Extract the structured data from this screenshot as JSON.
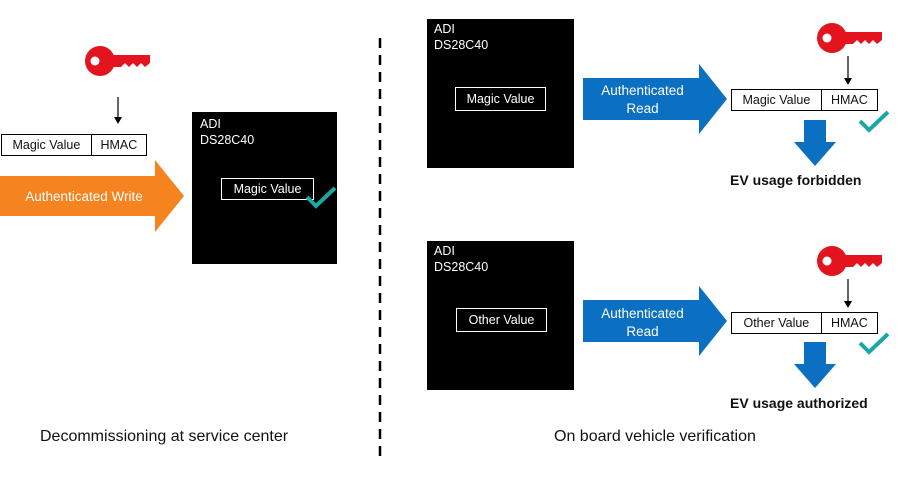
{
  "left": {
    "key_icon": "key-icon",
    "pair": {
      "value": "Magic Value",
      "hmac": "HMAC"
    },
    "arrow_label": "Authenticated Write",
    "arrow_color": "#F5831F",
    "chip": {
      "vendor": "ADI",
      "part": "DS28C40",
      "value": "Magic Value"
    },
    "caption": "Decommissioning at service center"
  },
  "right": {
    "top": {
      "chip": {
        "vendor": "ADI",
        "part": "DS28C40",
        "value": "Magic Value"
      },
      "arrow_label_1": "Authenticated",
      "arrow_label_2": "Read",
      "pair": {
        "value": "Magic Value",
        "hmac": "HMAC"
      },
      "result": "EV usage forbidden"
    },
    "bottom": {
      "chip": {
        "vendor": "ADI",
        "part": "DS28C40",
        "value": "Other Value"
      },
      "arrow_label_1": "Authenticated",
      "arrow_label_2": "Read",
      "pair": {
        "value": "Other Value",
        "hmac": "HMAC"
      },
      "result": "EV usage authorized"
    },
    "arrow_color": "#0B6FC2",
    "caption": "On board vehicle verification"
  },
  "colors": {
    "key": "#E3141D",
    "check": "#1BA7A5",
    "chip": "#000000"
  }
}
